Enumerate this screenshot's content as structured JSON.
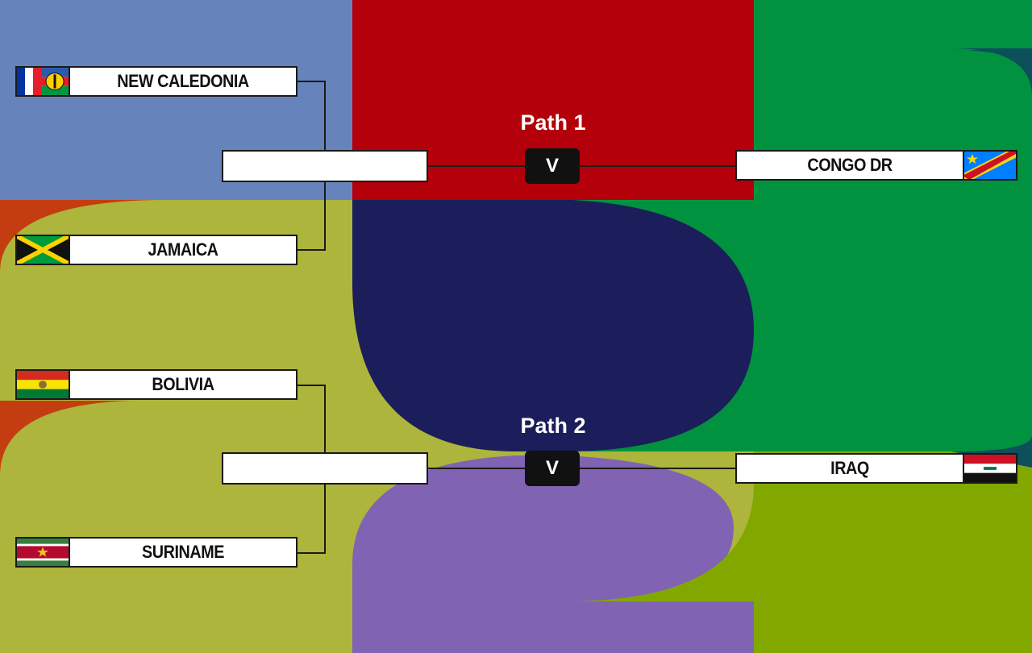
{
  "colors": {
    "blue_panel": "#6684bb",
    "red_panel": "#b3000a",
    "green_panel": "#00923f",
    "navy_shape": "#1b1e5b",
    "olive": "#adb53c",
    "orange": "#c43d10",
    "purple": "#8163b3",
    "lime_green": "#82a800"
  },
  "path1": {
    "title": "Path 1",
    "vs_label": "V",
    "team_a": {
      "name": "NEW CALEDONIA",
      "flag": "new-caledonia-flag"
    },
    "team_b": {
      "name": "JAMAICA",
      "flag": "jamaica-flag"
    },
    "seeded": {
      "name": "CONGO DR",
      "flag": "congo-dr-flag"
    }
  },
  "path2": {
    "title": "Path 2",
    "vs_label": "V",
    "team_a": {
      "name": "BOLIVIA",
      "flag": "bolivia-flag"
    },
    "team_b": {
      "name": "SURINAME",
      "flag": "suriname-flag"
    },
    "seeded": {
      "name": "IRAQ",
      "flag": "iraq-flag"
    }
  }
}
